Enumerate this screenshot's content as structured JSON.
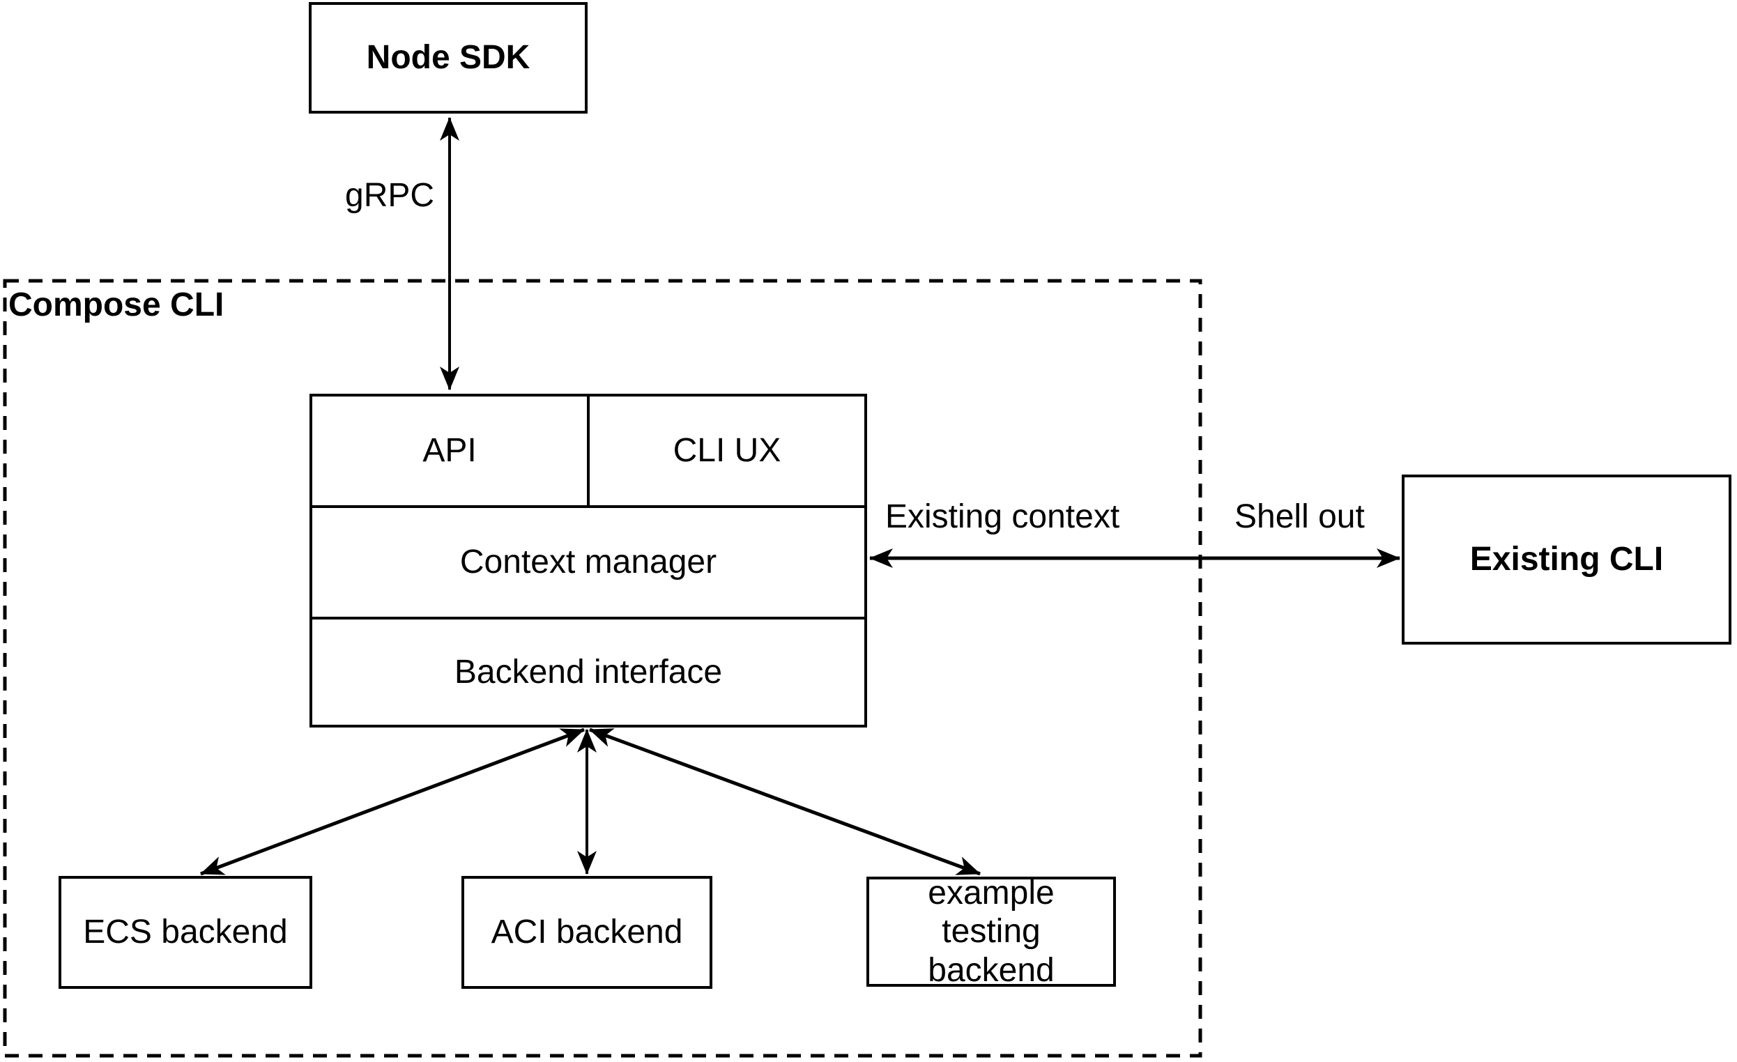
{
  "colors": {
    "stroke": "#000000",
    "background": "#ffffff"
  },
  "container": {
    "compose_cli": {
      "label": "Compose CLI"
    }
  },
  "nodes": {
    "node_sdk": {
      "label": "Node SDK"
    },
    "api": {
      "label": "API"
    },
    "cli_ux": {
      "label": "CLI UX"
    },
    "context_manager": {
      "label": "Context manager"
    },
    "backend_interface": {
      "label": "Backend interface"
    },
    "ecs_backend": {
      "label": "ECS backend"
    },
    "aci_backend": {
      "label": "ACI backend"
    },
    "example_testing_backend": {
      "label": "example testing backend"
    },
    "existing_cli": {
      "label": "Existing CLI"
    }
  },
  "edges": {
    "grpc": {
      "label": "gRPC"
    },
    "existing_context": {
      "label": "Existing context"
    },
    "shell_out": {
      "label": "Shell out"
    }
  }
}
